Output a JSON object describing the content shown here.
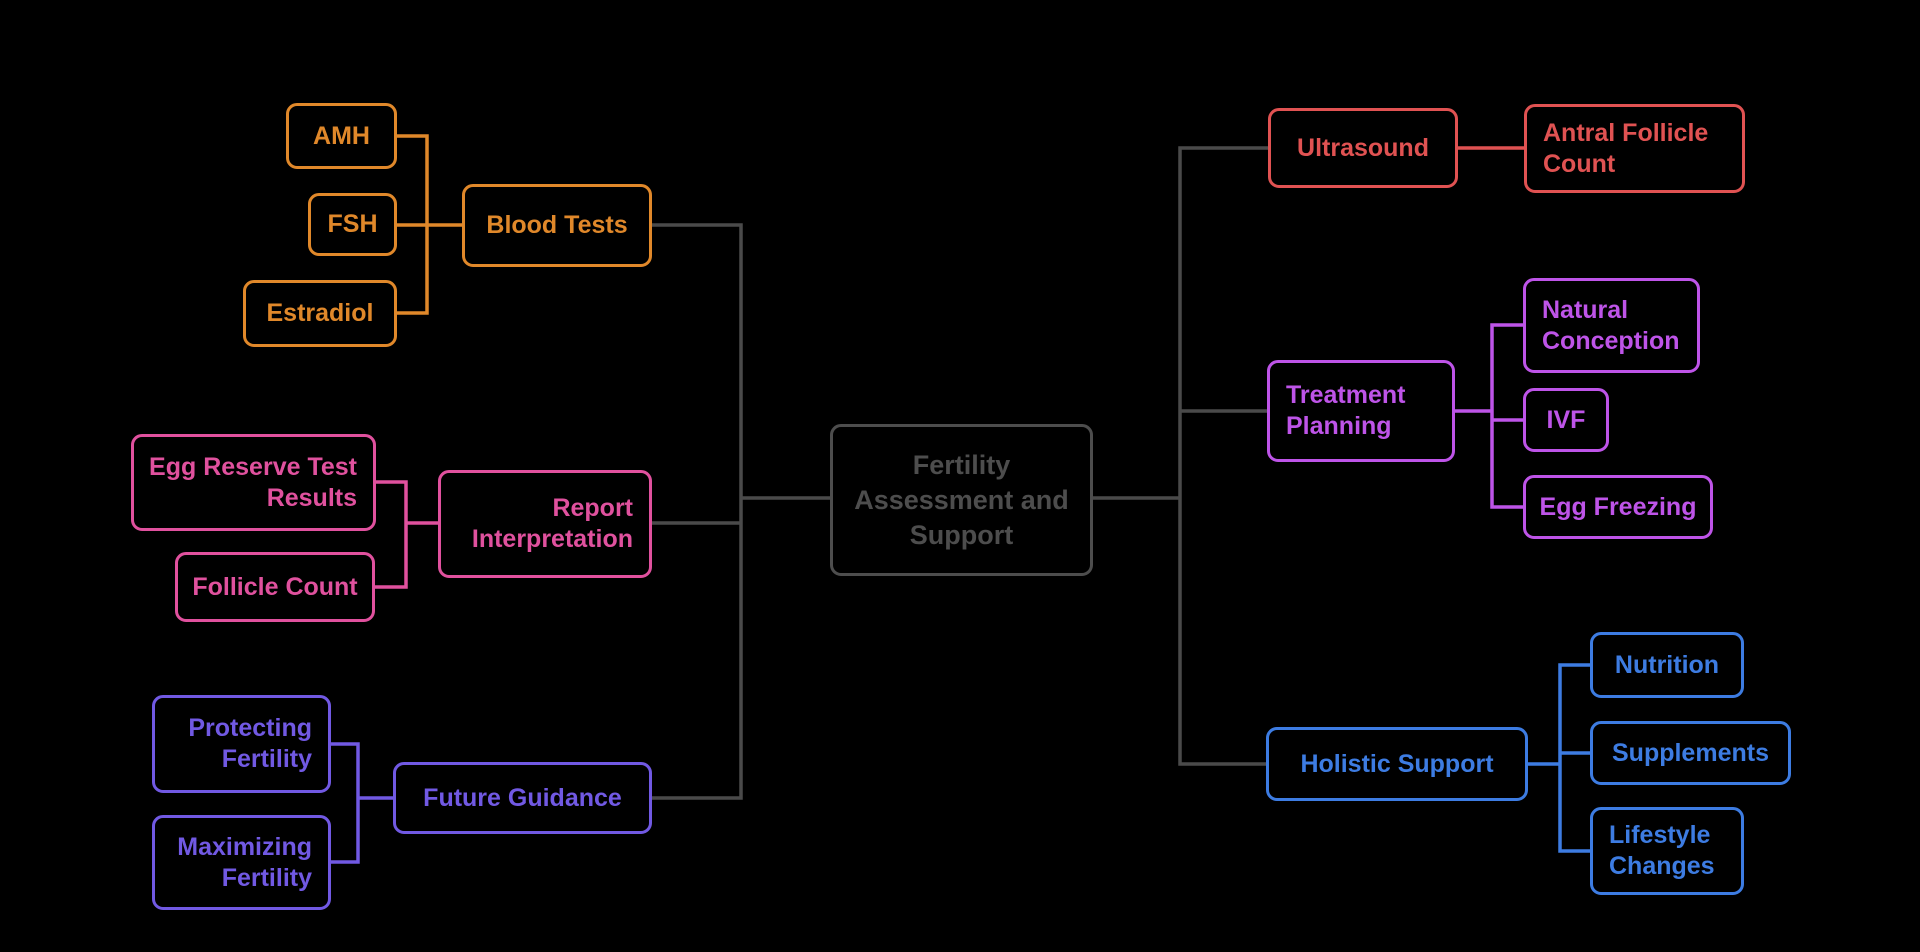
{
  "title": "Fertility Assessment and Support mind map",
  "colors": {
    "gray": "#4A4A4A",
    "root": "#4D4D4D",
    "orange": "#E0882A",
    "pink": "#E0519E",
    "purple": "#7159E3",
    "red": "#E05252",
    "violet": "#BE54E8",
    "blue": "#3D7CE2"
  },
  "nodes": {
    "root": {
      "label": "Fertility\nAssessment and\nSupport"
    },
    "blood_tests": {
      "label": "Blood Tests"
    },
    "amh": {
      "label": "AMH"
    },
    "fsh": {
      "label": "FSH"
    },
    "estradiol": {
      "label": "Estradiol"
    },
    "report_interpretation": {
      "label": "Report\nInterpretation"
    },
    "egg_reserve_test_results": {
      "label": "Egg Reserve Test\nResults"
    },
    "follicle_count": {
      "label": "Follicle Count"
    },
    "future_guidance": {
      "label": "Future Guidance"
    },
    "protecting_fertility": {
      "label": "Protecting\nFertility"
    },
    "maximizing_fertility": {
      "label": "Maximizing\nFertility"
    },
    "ultrasound": {
      "label": "Ultrasound"
    },
    "antral_follicle_count": {
      "label": "Antral Follicle\nCount"
    },
    "treatment_planning": {
      "label": "Treatment\nPlanning"
    },
    "natural_conception": {
      "label": "Natural\nConception"
    },
    "ivf": {
      "label": "IVF"
    },
    "egg_freezing": {
      "label": "Egg Freezing"
    },
    "holistic_support": {
      "label": "Holistic Support"
    },
    "nutrition": {
      "label": "Nutrition"
    },
    "supplements": {
      "label": "Supplements"
    },
    "lifestyle_changes": {
      "label": "Lifestyle\nChanges"
    }
  },
  "structure": {
    "root": "Fertility Assessment and Support",
    "left_branches": [
      {
        "parent": "Blood Tests",
        "children": [
          "AMH",
          "FSH",
          "Estradiol"
        ]
      },
      {
        "parent": "Report Interpretation",
        "children": [
          "Egg Reserve Test Results",
          "Follicle Count"
        ]
      },
      {
        "parent": "Future Guidance",
        "children": [
          "Protecting Fertility",
          "Maximizing Fertility"
        ]
      }
    ],
    "right_branches": [
      {
        "parent": "Ultrasound",
        "children": [
          "Antral Follicle Count"
        ]
      },
      {
        "parent": "Treatment Planning",
        "children": [
          "Natural Conception",
          "IVF",
          "Egg Freezing"
        ]
      },
      {
        "parent": "Holistic Support",
        "children": [
          "Nutrition",
          "Supplements",
          "Lifestyle Changes"
        ]
      }
    ]
  }
}
